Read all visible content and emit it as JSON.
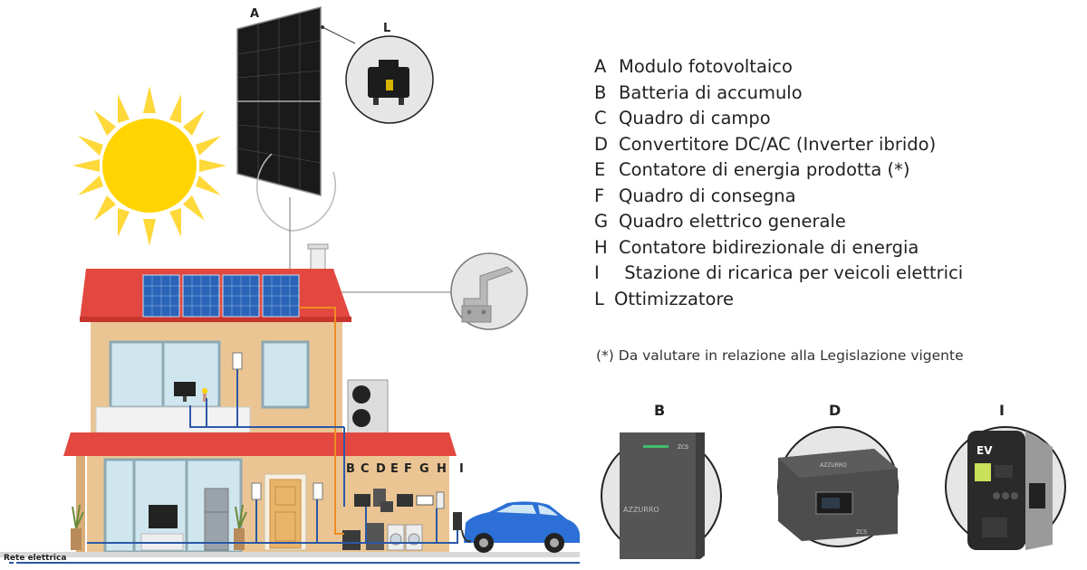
{
  "labels": {
    "panel": "A",
    "optimizer": "L",
    "scene_row": [
      "B",
      "C",
      "D",
      "E",
      "F",
      "G",
      "H",
      "I"
    ],
    "grid": "Rete elettrica"
  },
  "legend": [
    {
      "letter": "A",
      "text": "Modulo fotovoltaico"
    },
    {
      "letter": "B",
      "text": "Batteria di accumulo"
    },
    {
      "letter": "C",
      "text": "Quadro di campo"
    },
    {
      "letter": "D",
      "text": "Convertitore DC/AC (Inverter ibrido)"
    },
    {
      "letter": "E",
      "text": "Contatore di energia prodotta (*)"
    },
    {
      "letter": "F",
      "text": "Quadro di consegna"
    },
    {
      "letter": "G",
      "text": "Quadro elettrico generale"
    },
    {
      "letter": "H",
      "text": "Contatore bidirezionale di energia"
    },
    {
      "letter": "I",
      "text": " Stazione di ricarica per veicoli elettrici"
    },
    {
      "letter": "L",
      "text": "Ottimizzatore"
    }
  ],
  "note": "(*) Da valutare in relazione alla Legislazione vigente",
  "products": [
    {
      "letter": "B",
      "brand": "AZZURRO"
    },
    {
      "letter": "D",
      "brand": "AZZURRO"
    },
    {
      "letter": "I",
      "brand": "EV"
    }
  ],
  "colors": {
    "sun": "#ffd400",
    "roof": "#e8443c",
    "wall": "#e9c08f",
    "dc_line": "#f08a24",
    "ac_line": "#2b58a6",
    "car": "#2c6fd6",
    "device_gray": "#4a4a4a"
  }
}
